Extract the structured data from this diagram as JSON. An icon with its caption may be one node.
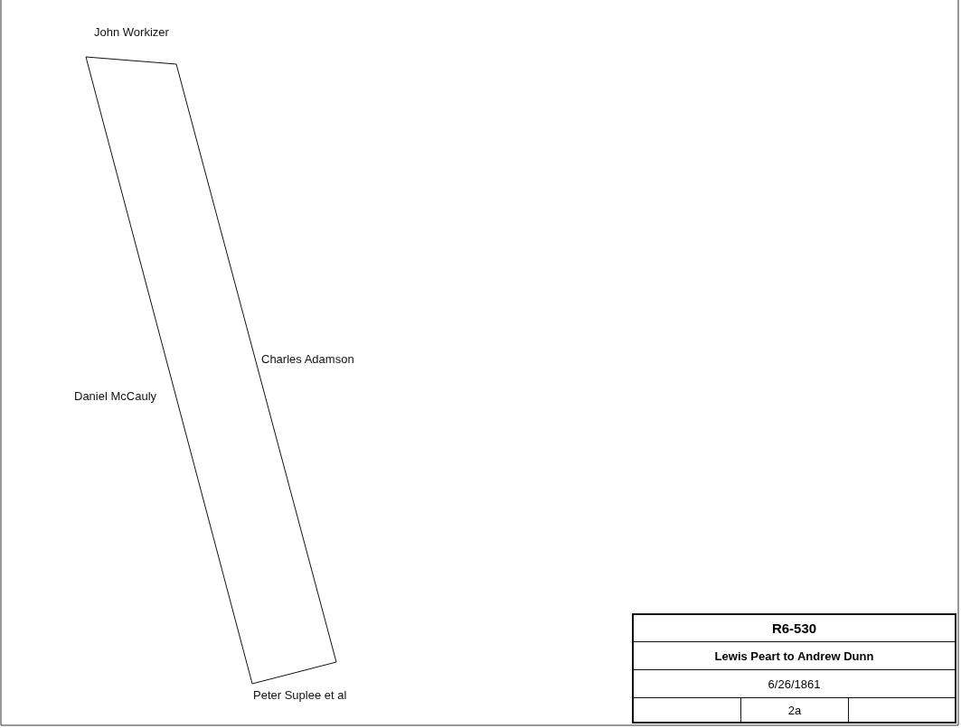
{
  "diagram": {
    "labels": [
      "John Workizer",
      "Charles Adamson",
      "Daniel McCauly",
      "Peter Suplee et al",
      "R6-530",
      "Lewis Peart to Andrew Dunn",
      "6/26/1861",
      "2a"
    ]
  }
}
